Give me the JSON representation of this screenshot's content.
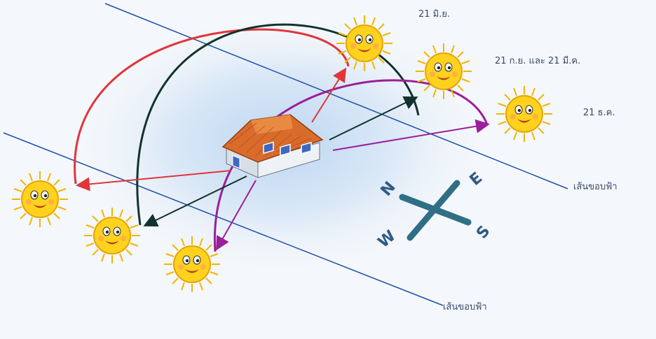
{
  "labels": {
    "summer_solstice": "21 มิ.ย.",
    "equinox": "21 ก.ย. และ 21 มี.ค.",
    "winter_solstice": "21 ธ.ค.",
    "horizon_upper": "เส้นขอบฟ้า",
    "horizon_lower": "เส้นขอบฟ้า"
  },
  "compass": {
    "north": "N",
    "east": "E",
    "south": "S",
    "west": "W"
  },
  "colors": {
    "summer_path": "#e0353a",
    "equinox_path": "#12332b",
    "winter_path": "#9a1f9a",
    "horizon": "#1f4fa8",
    "sun_fill": "#ffd21e",
    "sun_ray": "#f2b600",
    "compass": "#2f6f86"
  },
  "icons": {
    "sun": "smiling-sun-icon",
    "house": "house-icon"
  }
}
